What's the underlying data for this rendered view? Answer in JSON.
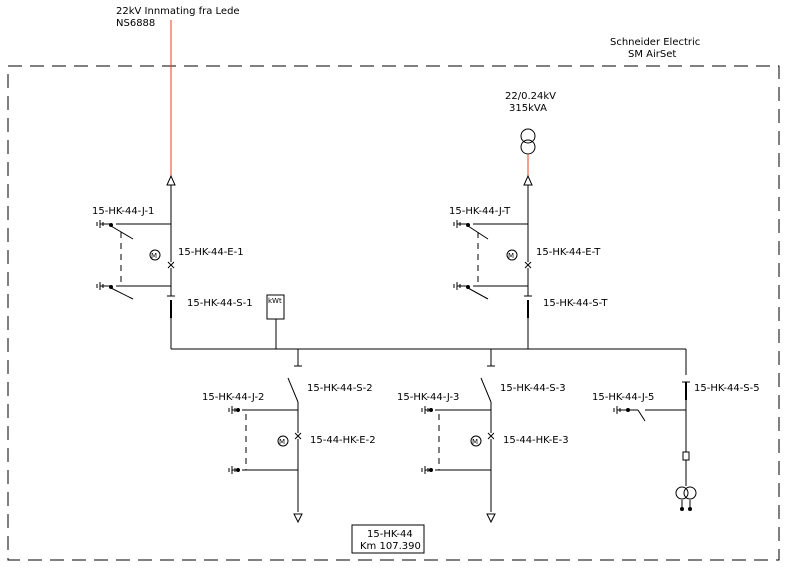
{
  "header": {
    "feed_line1": "22kV Innmating fra Lede",
    "feed_line2": "NS6888",
    "vendor_line1": "Schneider Electric",
    "vendor_line2": "SM AirSet"
  },
  "transformer": {
    "rating_line1": "22/0.24kV",
    "rating_line2": "315kVA"
  },
  "feeder_1": {
    "earth_switch": "15-HK-44-J-1",
    "breaker": "15-HK-44-E-1",
    "disconnector": "15-HK-44-S-1"
  },
  "feeder_t": {
    "earth_switch": "15-HK-44-J-T",
    "breaker": "15-HK-44-E-T",
    "disconnector": "15-HK-44-S-T"
  },
  "meter": {
    "label": "kWt"
  },
  "feeder_2": {
    "earth_switch": "15-HK-44-J-2",
    "disconnector": "15-HK-44-S-2",
    "breaker": "15-44-HK-E-2"
  },
  "feeder_3": {
    "earth_switch": "15-HK-44-J-3",
    "disconnector": "15-HK-44-S-3",
    "breaker": "15-44-HK-E-3"
  },
  "feeder_5": {
    "earth_switch": "15-HK-44-J-5",
    "disconnector": "15-HK-44-S-5"
  },
  "station_box": {
    "name": "15-HK-44",
    "km": "Km 107.390"
  },
  "motor_symbol": "M",
  "colors": {
    "line": "#000000",
    "incoming_feed": "#e8401c",
    "enclosure": "#000000"
  }
}
